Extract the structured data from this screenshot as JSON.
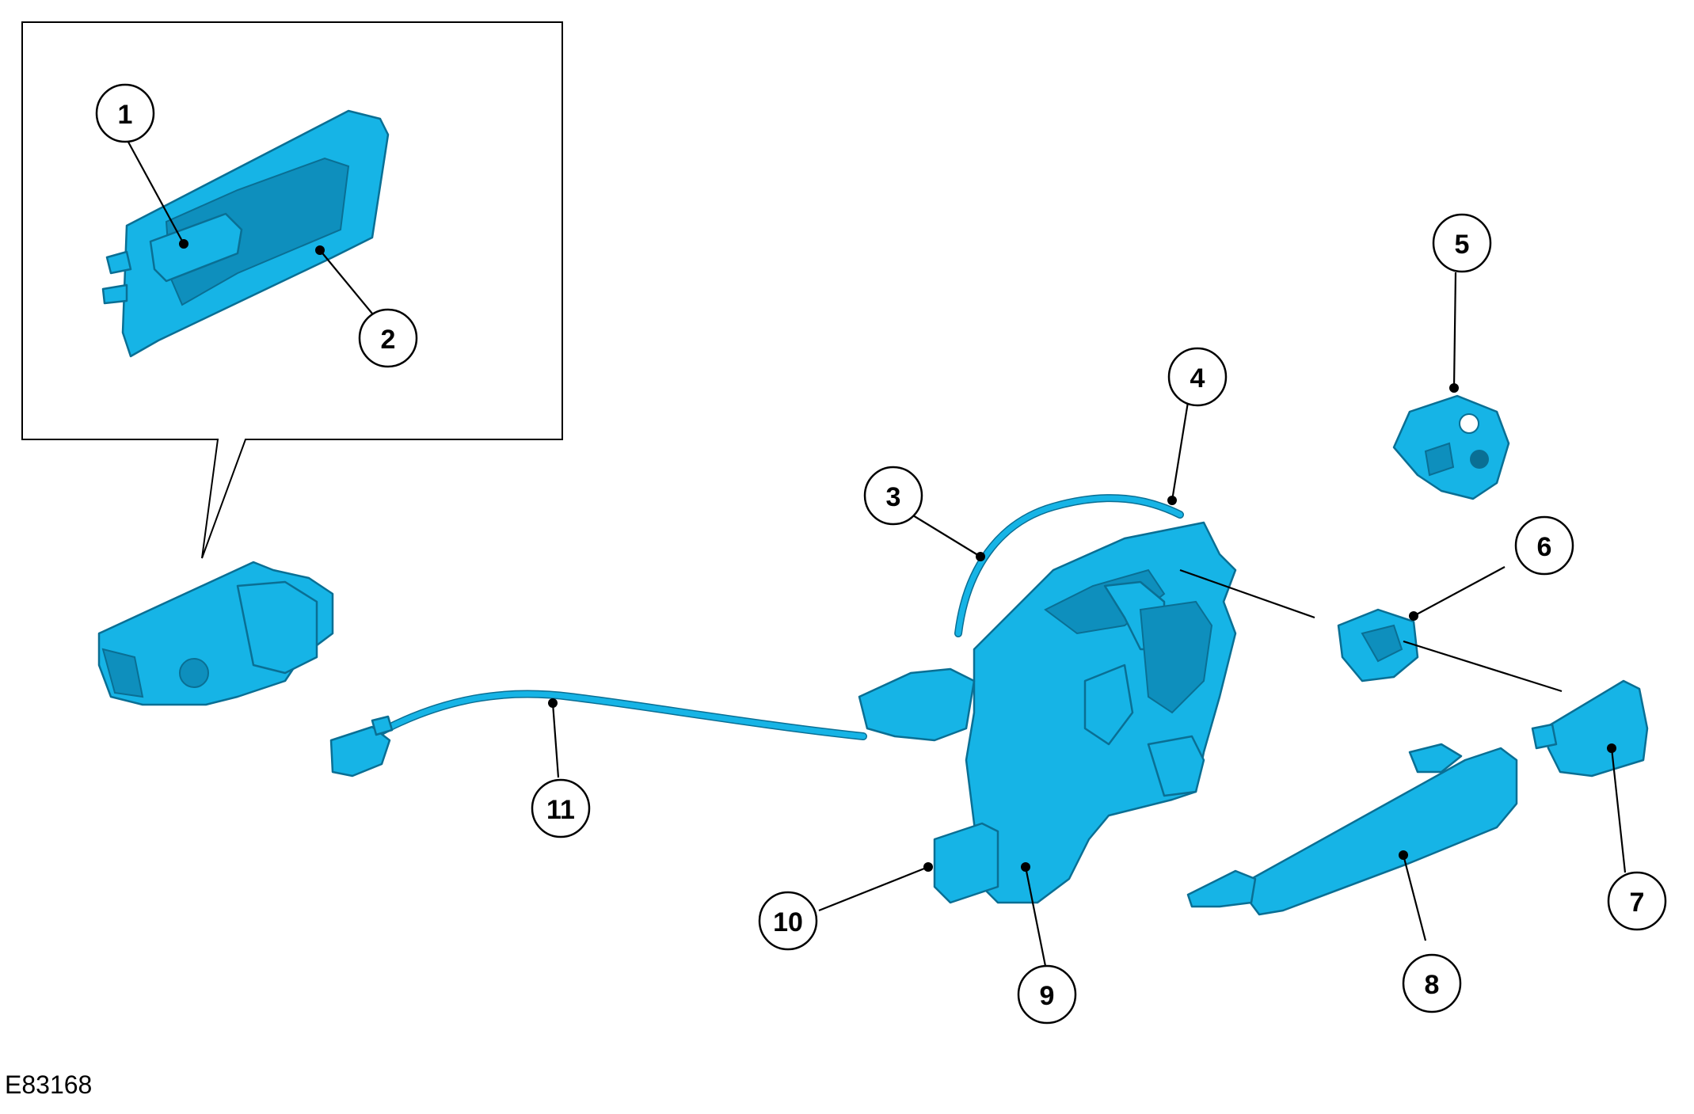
{
  "figure_id": "E83168",
  "callouts": [
    {
      "id": "1",
      "label": "1"
    },
    {
      "id": "2",
      "label": "2"
    },
    {
      "id": "3",
      "label": "3"
    },
    {
      "id": "4",
      "label": "4"
    },
    {
      "id": "5",
      "label": "5"
    },
    {
      "id": "6",
      "label": "6"
    },
    {
      "id": "7",
      "label": "7"
    },
    {
      "id": "8",
      "label": "8"
    },
    {
      "id": "9",
      "label": "9"
    },
    {
      "id": "10",
      "label": "10"
    },
    {
      "id": "11",
      "label": "11"
    }
  ],
  "colors": {
    "part": "#16b4e6",
    "part_edge": "#0a6f94",
    "ink": "#000000"
  }
}
